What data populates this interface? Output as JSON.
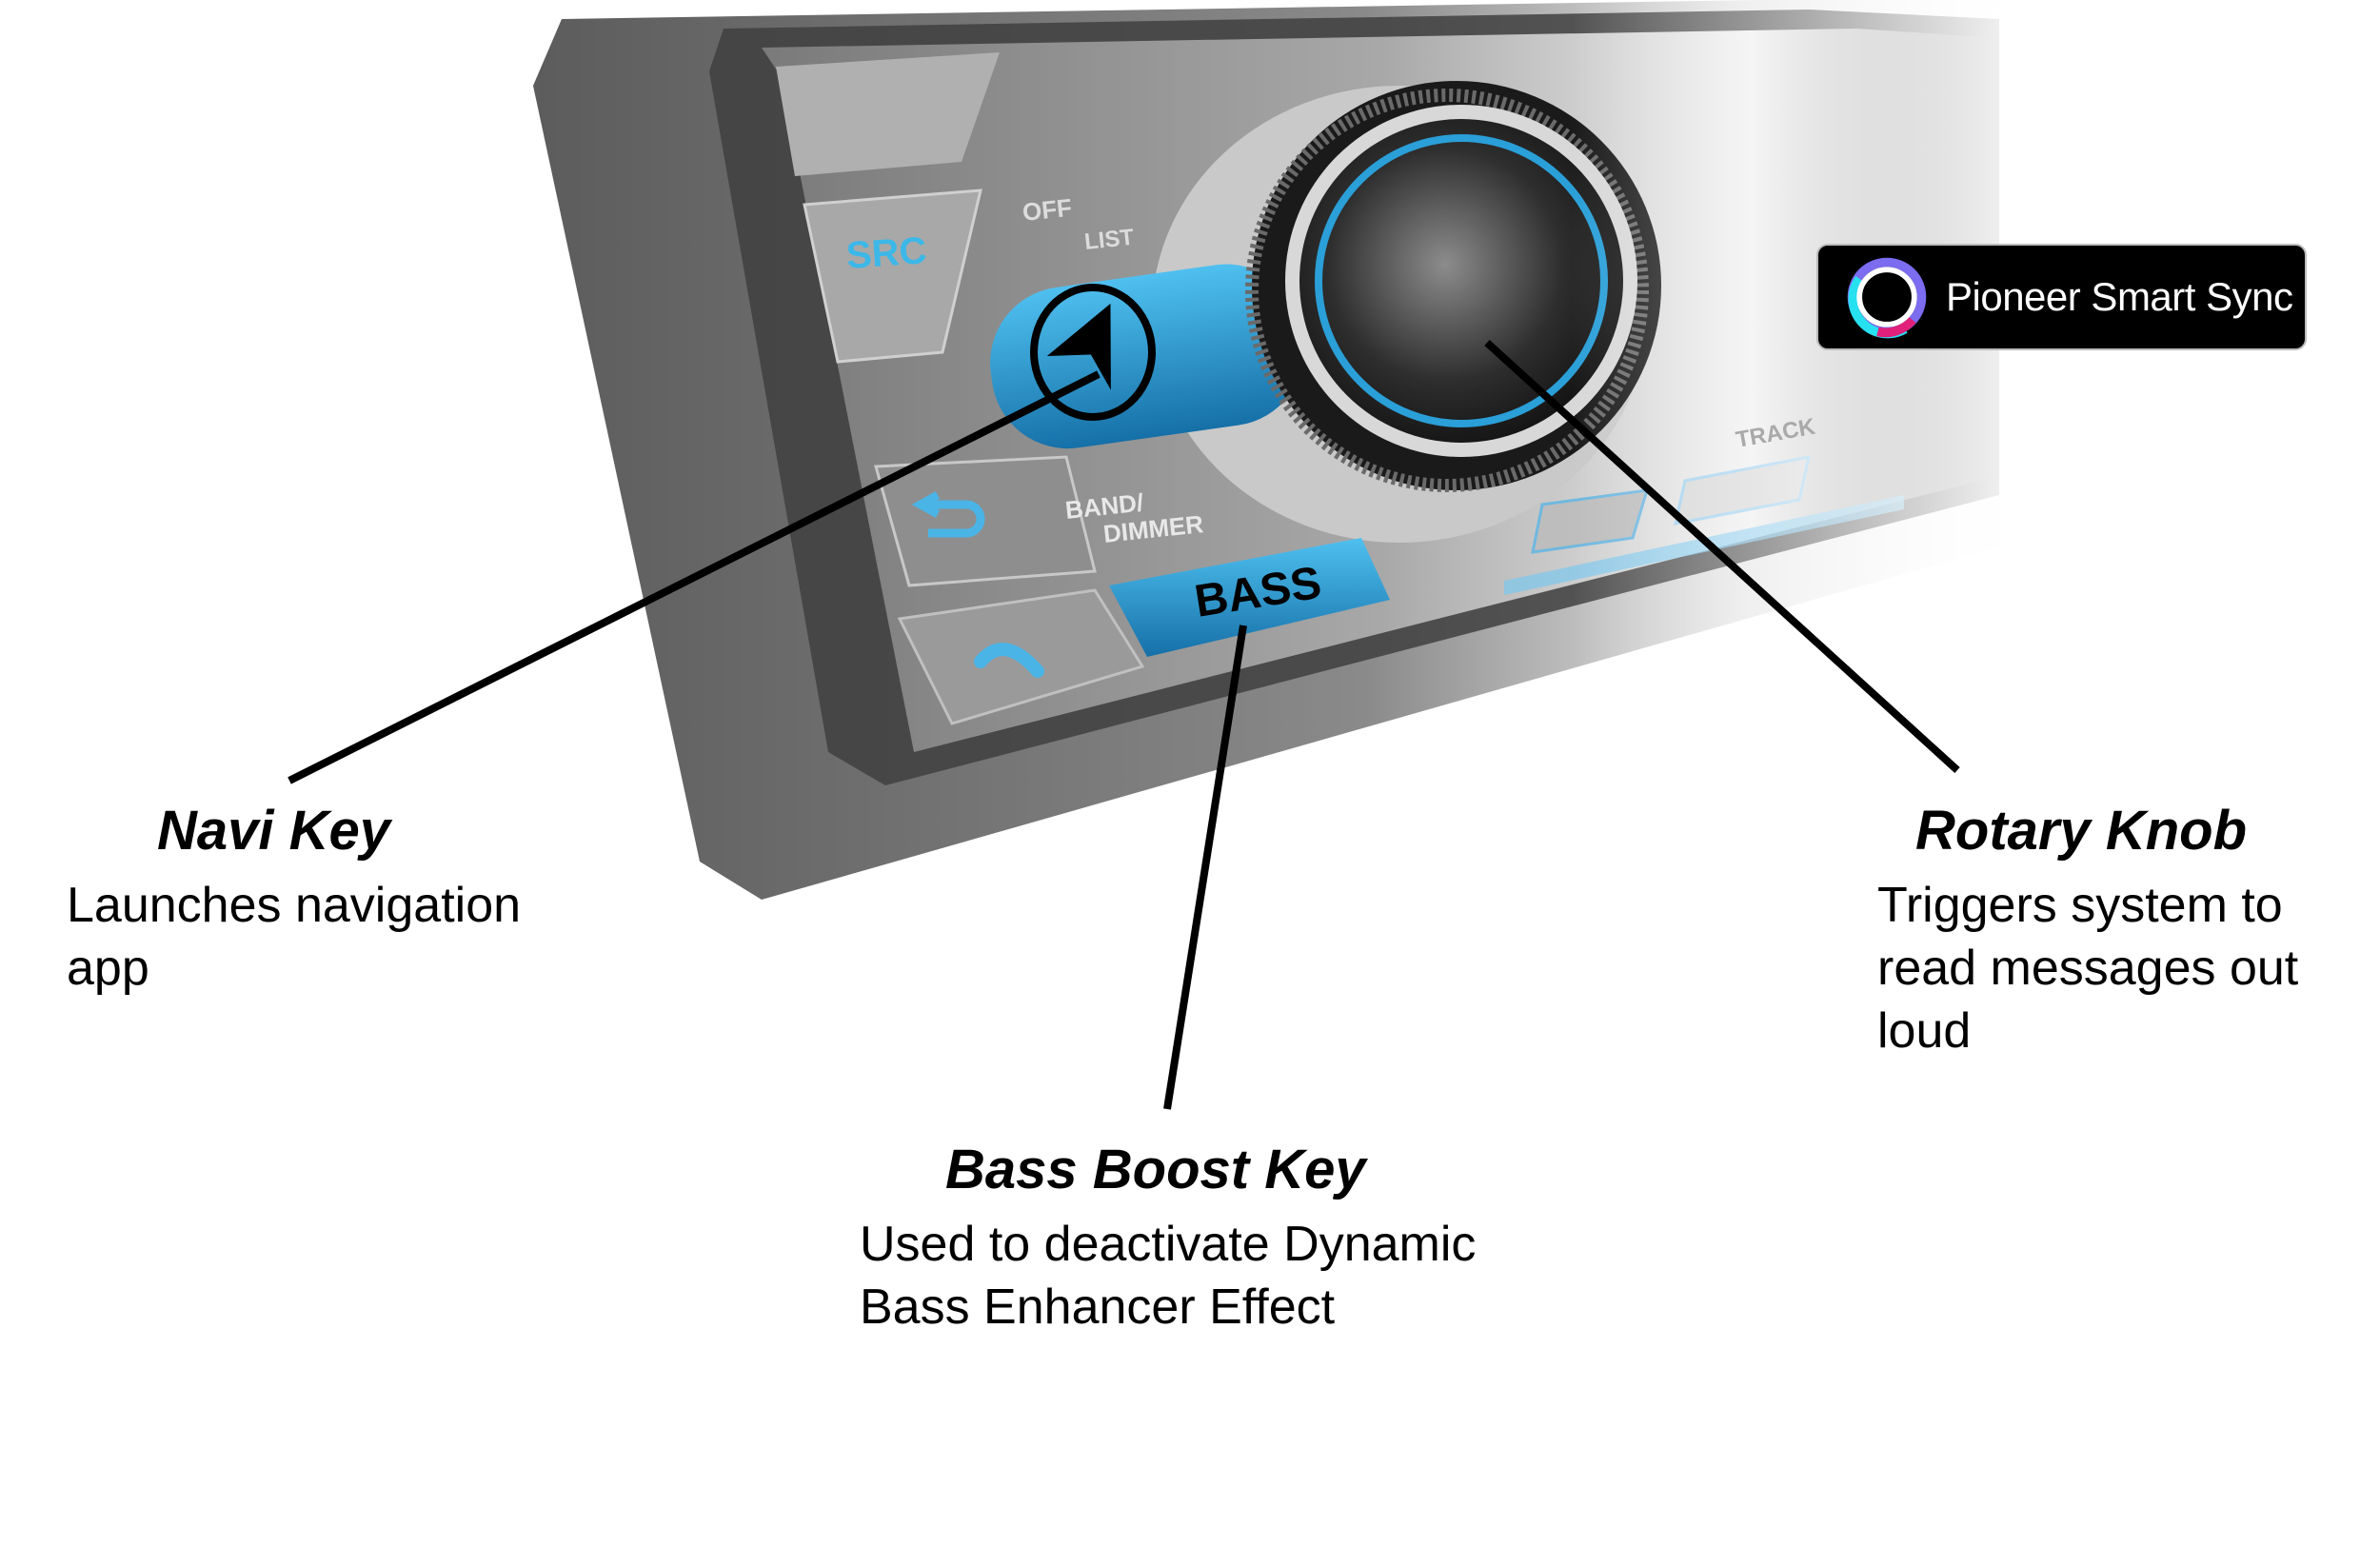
{
  "device_labels": {
    "src": "SRC",
    "off": "OFF",
    "list": "LIST",
    "band_dimmer_line1": "BAND/",
    "band_dimmer_line2": "DIMMER",
    "bass": "BASS",
    "track": "TRACK"
  },
  "logo": {
    "text": "Pioneer Smart Sync"
  },
  "callouts": {
    "navi": {
      "title": "Navi Key",
      "description": "Launches navigation app"
    },
    "bass": {
      "title": "Bass Boost Key",
      "description": "Used to deactivate Dynamic Bass Enhancer Effect"
    },
    "rotary": {
      "title": "Rotary Knob",
      "description": "Triggers system to read messages out loud"
    }
  },
  "colors": {
    "accent_blue": "#2a9fd8",
    "frame_gray": "#6b6b6b",
    "leader_line": "#000000"
  }
}
